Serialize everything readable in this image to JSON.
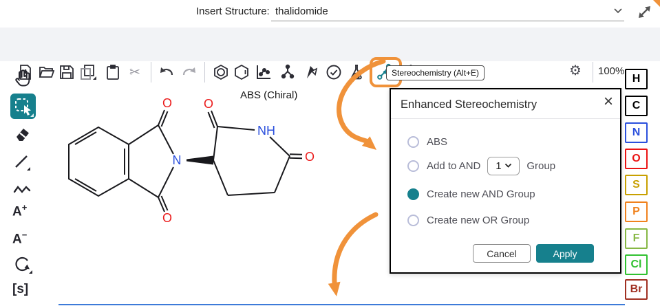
{
  "header": {
    "label": "Insert Structure:",
    "value": "thalidomide"
  },
  "toolbar": {
    "zoom_value": "100%",
    "tooltip": "Stereochemistry (Alt+E)",
    "icons": {
      "gear": "⚙",
      "cut": "✂"
    }
  },
  "left_tools": {
    "charge_plus_base": "A",
    "charge_plus_sign": "+",
    "charge_minus_base": "A",
    "charge_minus_sign": "−",
    "sgroup": "[s]"
  },
  "canvas": {
    "stereo_flag": "ABS (Chiral)",
    "atoms": {
      "n": "N",
      "nh": "NH",
      "o": "O"
    }
  },
  "dialog": {
    "title": "Enhanced Stereochemistry",
    "close": "×",
    "options": [
      {
        "label": "ABS",
        "selected": false
      },
      {
        "label_prefix": "Add to AND",
        "select_value": "1",
        "label_suffix": "Group",
        "selected": false
      },
      {
        "label": "Create new AND Group",
        "selected": true
      },
      {
        "label": "Create new OR Group",
        "selected": false
      }
    ],
    "cancel_label": "Cancel",
    "apply_label": "Apply"
  },
  "elements": [
    {
      "symbol": "H",
      "color": "#000000"
    },
    {
      "symbol": "C",
      "color": "#000000"
    },
    {
      "symbol": "N",
      "color": "#2b50dd"
    },
    {
      "symbol": "O",
      "color": "#eb1414"
    },
    {
      "symbol": "S",
      "color": "#c8a000"
    },
    {
      "symbol": "P",
      "color": "#f0821e"
    },
    {
      "symbol": "F",
      "color": "#87b845"
    },
    {
      "symbol": "Cl",
      "color": "#30c130"
    },
    {
      "symbol": "Br",
      "color": "#a03022"
    }
  ],
  "colors": {
    "accent_teal": "#16808d",
    "highlight_orange": "#f0923a",
    "atom_nitrogen": "#2b50dd",
    "atom_oxygen": "#eb1b1b",
    "bottom_line_blue": "#3d7bd9"
  }
}
